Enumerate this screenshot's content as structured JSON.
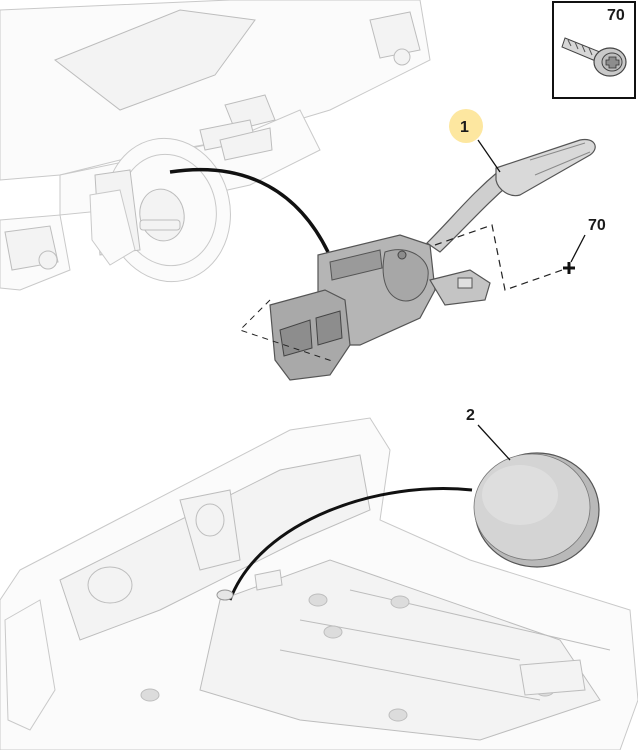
{
  "diagram": {
    "inset": {
      "part_number": "70",
      "icon": "screw-icon"
    },
    "callouts": [
      {
        "id": "1",
        "label": "1",
        "highlight": "#fde7a0",
        "part": "steering-column-switch"
      },
      {
        "id": "70",
        "label": "70",
        "part": "screw-fixing-point"
      },
      {
        "id": "2",
        "label": "2",
        "part": "rubber-plug"
      }
    ],
    "footer": {
      "left_code": "",
      "right_code": ""
    }
  }
}
